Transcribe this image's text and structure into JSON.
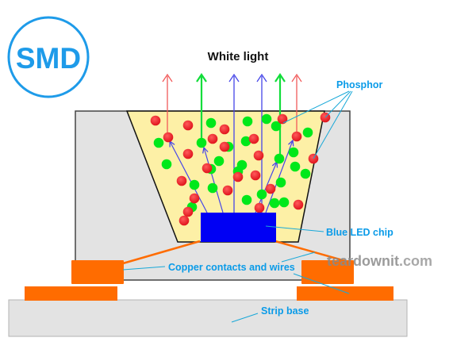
{
  "badge": {
    "text": "SMD",
    "color": "#1e9be9"
  },
  "title": "White light",
  "labels": {
    "phosphor": "Phosphor",
    "chip": "Blue LED chip",
    "contacts": "Copper contacts and wires",
    "base": "Strip base"
  },
  "watermark": {
    "prefix": "teardownit",
    "suffix": ".com"
  },
  "colors": {
    "label_blue": "#0a9be8",
    "leader": "#18a8d8",
    "phosphor_fill": "#fdf0a6",
    "housing": "#e3e3e3",
    "chip": "#0000f4",
    "copper": "#ff6c00",
    "red_dot": "#ee1c25",
    "green_dot": "#00e81a",
    "ray_blue": "#4646e8",
    "ray_red": "#f25a5a",
    "ray_green": "#11dd3a"
  },
  "output_rays": [
    {
      "color": "red"
    },
    {
      "color": "green"
    },
    {
      "color": "blue"
    },
    {
      "color": "blue"
    },
    {
      "color": "green"
    },
    {
      "color": "red"
    }
  ],
  "phosphor_particles": {
    "red_count": 24,
    "green_count": 26
  }
}
